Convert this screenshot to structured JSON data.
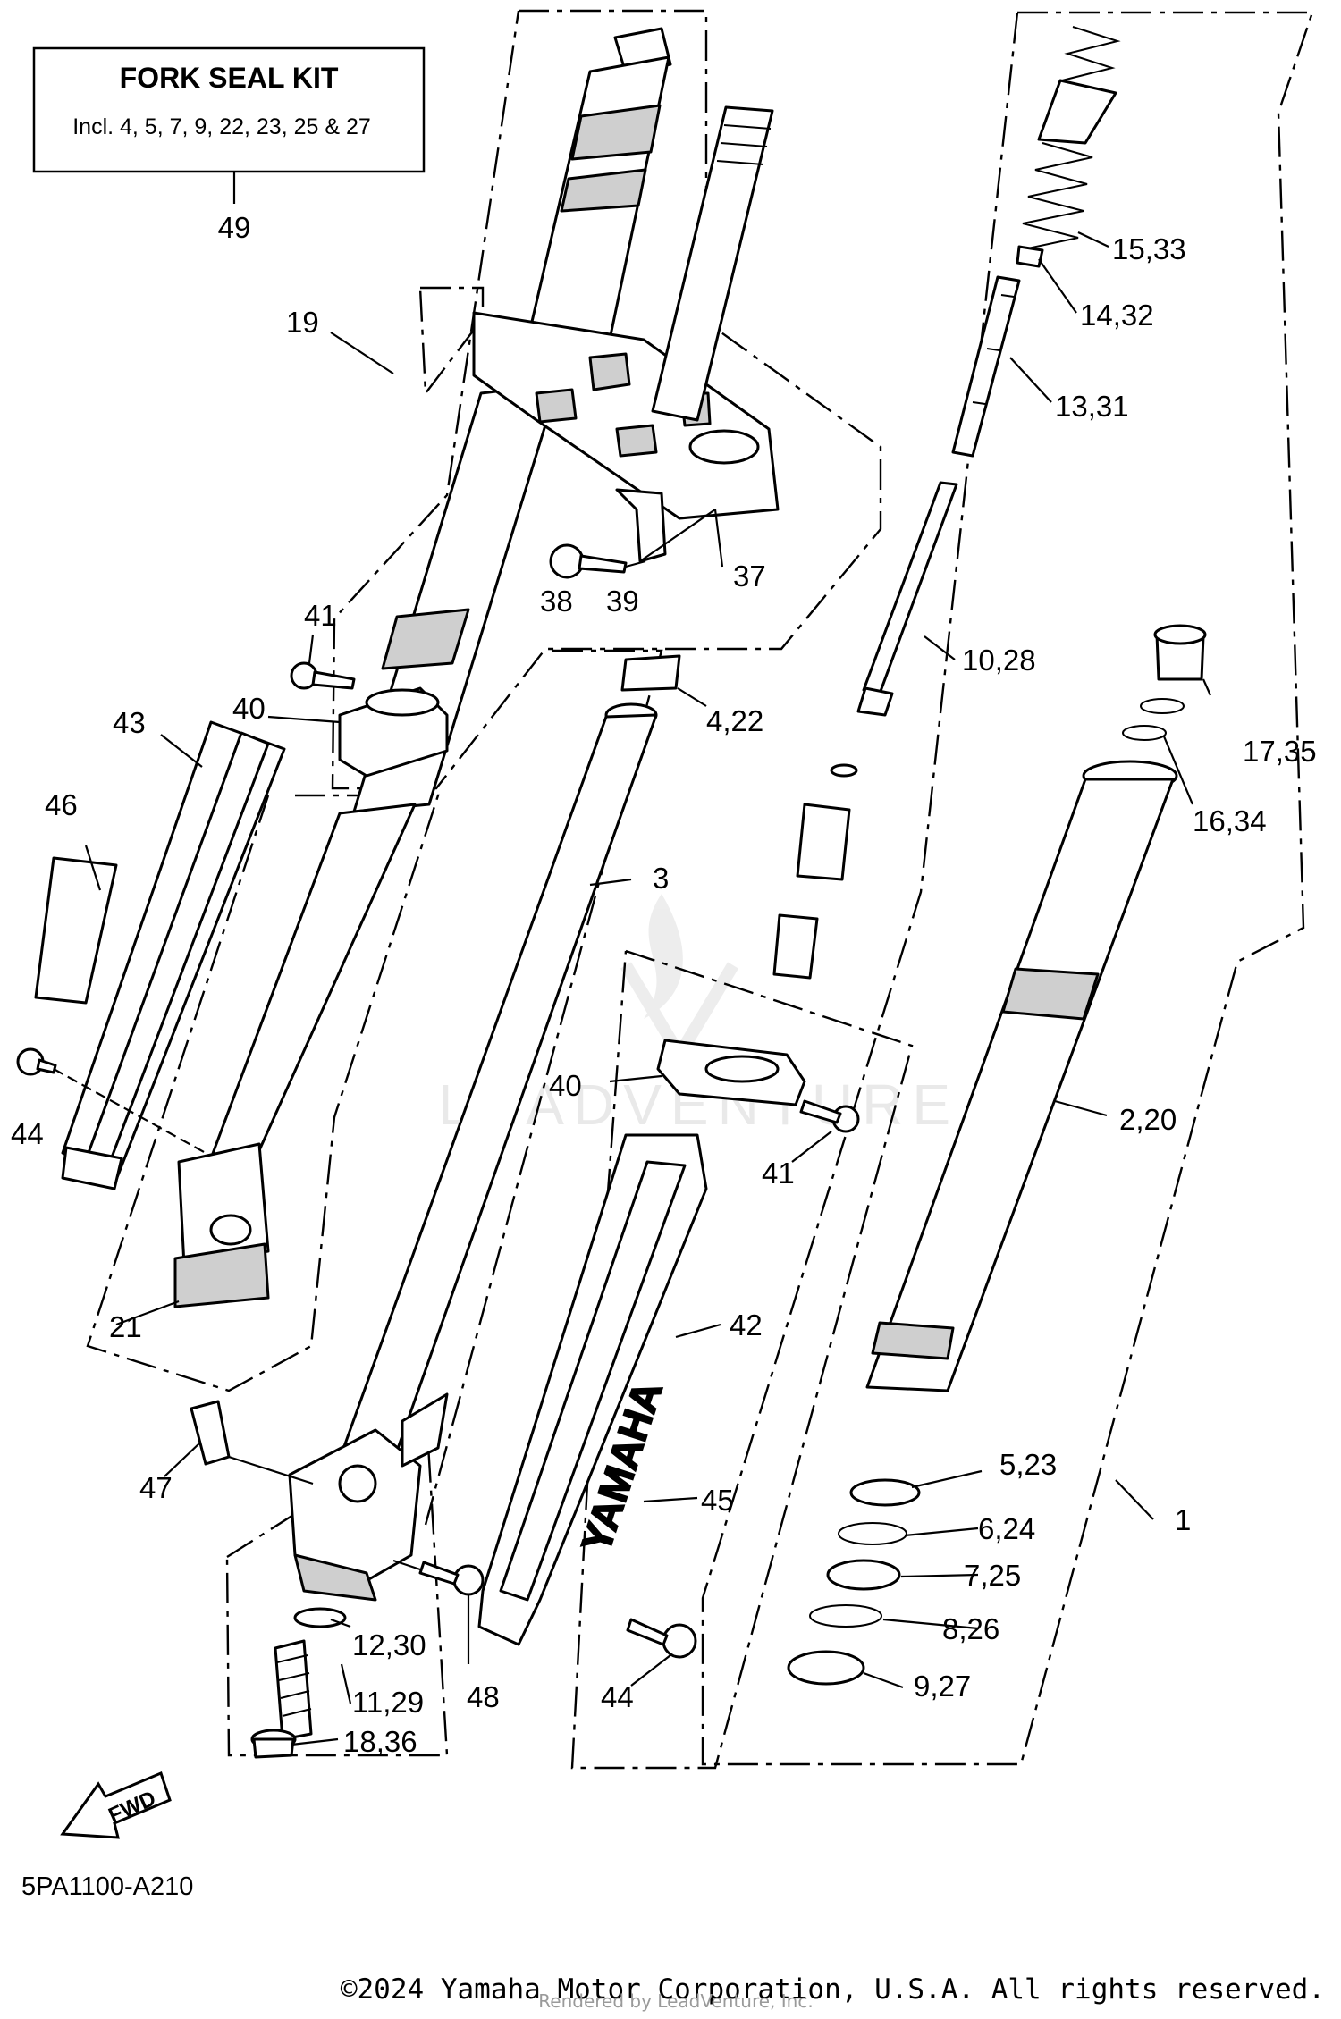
{
  "kit": {
    "title": "FORK SEAL KIT",
    "includes": "Incl. 4, 5, 7, 9, 22, 23, 25 & 27",
    "ref": "49"
  },
  "callouts": [
    {
      "id": "c49",
      "text": "49"
    },
    {
      "id": "c19",
      "text": "19"
    },
    {
      "id": "c41a",
      "text": "41"
    },
    {
      "id": "c40a",
      "text": "40"
    },
    {
      "id": "c43",
      "text": "43"
    },
    {
      "id": "c46",
      "text": "46"
    },
    {
      "id": "c44a",
      "text": "44"
    },
    {
      "id": "c21",
      "text": "21"
    },
    {
      "id": "c47",
      "text": "47"
    },
    {
      "id": "c38",
      "text": "38"
    },
    {
      "id": "c39",
      "text": "39"
    },
    {
      "id": "c37",
      "text": "37"
    },
    {
      "id": "c4_22",
      "text": "4,22"
    },
    {
      "id": "c3",
      "text": "3"
    },
    {
      "id": "c40b",
      "text": "40"
    },
    {
      "id": "c41b",
      "text": "41"
    },
    {
      "id": "c42",
      "text": "42"
    },
    {
      "id": "c45",
      "text": "45"
    },
    {
      "id": "c12_30",
      "text": "12,30"
    },
    {
      "id": "c11_29",
      "text": "11,29"
    },
    {
      "id": "c48",
      "text": "48"
    },
    {
      "id": "c18_36",
      "text": "18,36"
    },
    {
      "id": "c44b",
      "text": "44"
    },
    {
      "id": "c15_33",
      "text": "15,33"
    },
    {
      "id": "c14_32",
      "text": "14,32"
    },
    {
      "id": "c13_31",
      "text": "13,31"
    },
    {
      "id": "c10_28",
      "text": "10,28"
    },
    {
      "id": "c17_35",
      "text": "17,35"
    },
    {
      "id": "c16_34",
      "text": "16,34"
    },
    {
      "id": "c2_20",
      "text": "2,20"
    },
    {
      "id": "c5_23",
      "text": "5,23"
    },
    {
      "id": "c6_24",
      "text": "6,24"
    },
    {
      "id": "c7_25",
      "text": "7,25"
    },
    {
      "id": "c8_26",
      "text": "8,26"
    },
    {
      "id": "c9_27",
      "text": "9,27"
    },
    {
      "id": "c1",
      "text": "1"
    }
  ],
  "guard_brand": "YAMAHA",
  "fwd_label": "FWD",
  "diagram_code": "5PA1100-A210",
  "watermark": "LEADVENTURE",
  "copyright": "©2024 Yamaha Motor Corporation, U.S.A. All rights reserved.",
  "rendered_by": "Rendered by LeadVenture, Inc."
}
